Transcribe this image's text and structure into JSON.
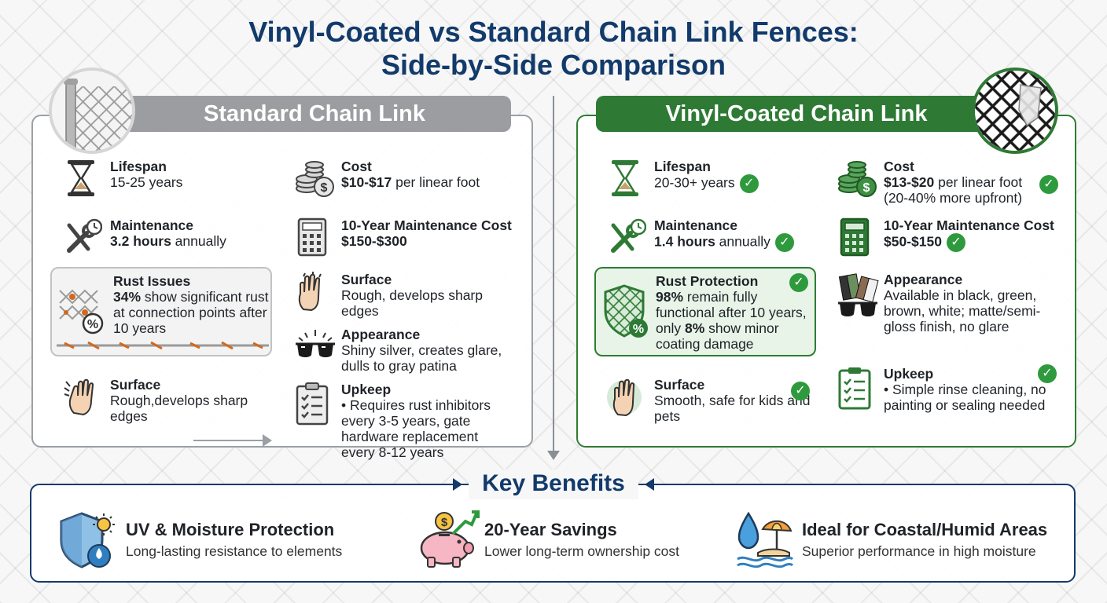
{
  "title_line1": "Vinyl-Coated vs Standard Chain Link Fences:",
  "title_line2": "Side-by-Side Comparison",
  "standard": {
    "banner": "Standard Chain Link",
    "lifespan_label": "Lifespan",
    "lifespan_value": "15-25 years",
    "maintenance_label": "Maintenance",
    "maintenance_value_bold": "3.2 hours",
    "maintenance_value_rest": " annually",
    "rust_label": "Rust Issues",
    "rust_pct": "34%",
    "rust_rest": " show significant rust at connection points after 10 years",
    "surface_label": "Surface",
    "surface_value": "Rough,develops sharp edges",
    "cost_label": "Cost",
    "cost_value_bold": "$10-$17",
    "cost_value_rest": " per linear foot",
    "tenyear_label": "10-Year Maintenance Cost",
    "tenyear_value": "$150-$300",
    "surface2_label": "Surface",
    "surface2_value": "Rough, develops sharp edges",
    "appearance_label": "Appearance",
    "appearance_value": "Shiny silver, creates glare, dulls to gray patina",
    "upkeep_label": "Upkeep",
    "upkeep_value": "• Requires rust inhibitors every 3-5 years, gate hardware replacement every 8-12 years"
  },
  "vinyl": {
    "banner": "Vinyl-Coated Chain Link",
    "lifespan_label": "Lifespan",
    "lifespan_value": "20-30+ years",
    "maintenance_label": "Maintenance",
    "maintenance_value_bold": "1.4 hours",
    "maintenance_value_rest": " annually",
    "rust_label": "Rust Protection",
    "rust_pct": "98%",
    "rust_mid": " remain fully functional after 10 years, only ",
    "rust_pct2": "8%",
    "rust_rest": " show minor coating damage",
    "surface_label": "Surface",
    "surface_value": "Smooth, safe for kids and pets",
    "cost_label": "Cost",
    "cost_value_bold": "$13-$20",
    "cost_value_rest": " per linear foot",
    "cost_note": "(20-40% more upfront)",
    "tenyear_label": "10-Year Maintenance Cost",
    "tenyear_value": "$50-$150",
    "appearance_label": "Appearance",
    "appearance_value": "Available in black, green, brown, white; matte/semi-gloss finish, no glare",
    "upkeep_label": "Upkeep",
    "upkeep_value": "• Simple rinse cleaning, no painting or sealing needed"
  },
  "check_glyph": "✓",
  "benefits": {
    "title": "Key Benefits",
    "items": [
      {
        "title": "UV & Moisture Protection",
        "desc": "Long-lasting resistance to elements",
        "icon": "shield-sun-drop-icon"
      },
      {
        "title": "20-Year Savings",
        "desc": "Lower long-term ownership cost",
        "icon": "piggy-bank-icon"
      },
      {
        "title": "Ideal for Coastal/Humid Areas",
        "desc": "Superior performance in high moisture",
        "icon": "water-umbrella-icon"
      }
    ]
  },
  "colors": {
    "title": "#123a6b",
    "standard_banner": "#9b9da1",
    "vinyl_banner": "#2e7a35",
    "check": "#2e9a3d",
    "rust": "#d2691e"
  }
}
